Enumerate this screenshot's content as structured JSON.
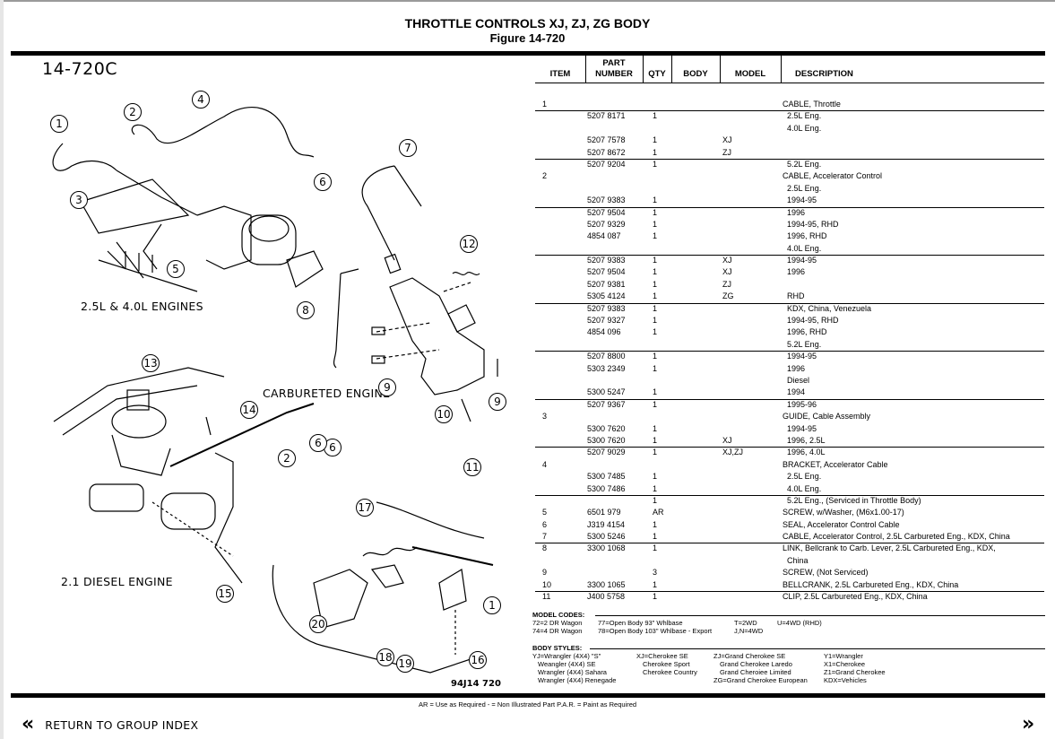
{
  "header": {
    "title": "THROTTLE CONTROLS XJ, ZJ, ZG BODY",
    "figure": "Figure  14-720"
  },
  "diagram": {
    "code": "14-720C",
    "labels": {
      "engines_25_40": "2.5L & 4.0L ENGINES",
      "carbureted": "CARBURETED ENGINE",
      "diesel": "2.1 DIESEL ENGINE"
    },
    "reference": "94J14  720",
    "callouts": [
      "1",
      "2",
      "3",
      "4",
      "5",
      "6",
      "6",
      "6",
      "7",
      "8",
      "9",
      "9",
      "10",
      "11",
      "12",
      "13",
      "14",
      "15",
      "16",
      "17",
      "18",
      "19",
      "20",
      "1",
      "2"
    ]
  },
  "table": {
    "columns": [
      {
        "key": "item",
        "label": "ITEM"
      },
      {
        "key": "part",
        "label": "PART\nNUMBER",
        "line1": "PART",
        "line2": "NUMBER"
      },
      {
        "key": "qty",
        "label": "QTY"
      },
      {
        "key": "body",
        "label": "BODY"
      },
      {
        "key": "model",
        "label": "MODEL"
      },
      {
        "key": "desc",
        "label": "DESCRIPTION"
      }
    ],
    "rows": [
      {
        "item": "1",
        "part": "",
        "qty": "",
        "body": "",
        "model": "",
        "desc": "CABLE, Throttle",
        "sep": false
      },
      {
        "item": "",
        "part": "5207 8171",
        "qty": "1",
        "body": "",
        "model": "",
        "desc": "  2.5L Eng.",
        "sep": true
      },
      {
        "item": "",
        "part": "",
        "qty": "",
        "body": "",
        "model": "",
        "desc": "  4.0L Eng.",
        "sep": false
      },
      {
        "item": "",
        "part": "5207 7578",
        "qty": "1",
        "body": "",
        "model": "XJ",
        "desc": "",
        "sep": false
      },
      {
        "item": "",
        "part": "5207 8672",
        "qty": "1",
        "body": "",
        "model": "ZJ",
        "desc": "",
        "sep": false
      },
      {
        "item": "",
        "part": "5207 9204",
        "qty": "1",
        "body": "",
        "model": "",
        "desc": "  5.2L Eng.",
        "sep": true
      },
      {
        "item": "2",
        "part": "",
        "qty": "",
        "body": "",
        "model": "",
        "desc": "CABLE, Accelerator Control",
        "sep": false
      },
      {
        "item": "",
        "part": "",
        "qty": "",
        "body": "",
        "model": "",
        "desc": "  2.5L Eng.",
        "sep": false
      },
      {
        "item": "",
        "part": "5207 9383",
        "qty": "1",
        "body": "",
        "model": "",
        "desc": "  1994-95",
        "sep": false
      },
      {
        "item": "",
        "part": "5207 9504",
        "qty": "1",
        "body": "",
        "model": "",
        "desc": "  1996",
        "sep": true
      },
      {
        "item": "",
        "part": "5207 9329",
        "qty": "1",
        "body": "",
        "model": "",
        "desc": "  1994-95, RHD",
        "sep": false
      },
      {
        "item": "",
        "part": "4854 087",
        "qty": "1",
        "body": "",
        "model": "",
        "desc": "  1996, RHD",
        "sep": false
      },
      {
        "item": "",
        "part": "",
        "qty": "",
        "body": "",
        "model": "",
        "desc": "  4.0L Eng.",
        "sep": false
      },
      {
        "item": "",
        "part": "5207 9383",
        "qty": "1",
        "body": "",
        "model": "XJ",
        "desc": "  1994-95",
        "sep": true
      },
      {
        "item": "",
        "part": "5207 9504",
        "qty": "1",
        "body": "",
        "model": "XJ",
        "desc": "  1996",
        "sep": false
      },
      {
        "item": "",
        "part": "5207 9381",
        "qty": "1",
        "body": "",
        "model": "ZJ",
        "desc": "",
        "sep": false
      },
      {
        "item": "",
        "part": "5305 4124",
        "qty": "1",
        "body": "",
        "model": "ZG",
        "desc": "  RHD",
        "sep": false
      },
      {
        "item": "",
        "part": "5207 9383",
        "qty": "1",
        "body": "",
        "model": "",
        "desc": "  KDX, China, Venezuela",
        "sep": true
      },
      {
        "item": "",
        "part": "5207 9327",
        "qty": "1",
        "body": "",
        "model": "",
        "desc": "  1994-95, RHD",
        "sep": false
      },
      {
        "item": "",
        "part": "4854 096",
        "qty": "1",
        "body": "",
        "model": "",
        "desc": "  1996, RHD",
        "sep": false
      },
      {
        "item": "",
        "part": "",
        "qty": "",
        "body": "",
        "model": "",
        "desc": "  5.2L Eng.",
        "sep": false
      },
      {
        "item": "",
        "part": "5207 8800",
        "qty": "1",
        "body": "",
        "model": "",
        "desc": "  1994-95",
        "sep": true
      },
      {
        "item": "",
        "part": "5303 2349",
        "qty": "1",
        "body": "",
        "model": "",
        "desc": "  1996",
        "sep": false
      },
      {
        "item": "",
        "part": "",
        "qty": "",
        "body": "",
        "model": "",
        "desc": "  Diesel",
        "sep": false
      },
      {
        "item": "",
        "part": "5300 5247",
        "qty": "1",
        "body": "",
        "model": "",
        "desc": "  1994",
        "sep": false
      },
      {
        "item": "",
        "part": "5207 9367",
        "qty": "1",
        "body": "",
        "model": "",
        "desc": "  1995-96",
        "sep": true
      },
      {
        "item": "3",
        "part": "",
        "qty": "",
        "body": "",
        "model": "",
        "desc": "GUIDE, Cable Assembly",
        "sep": false
      },
      {
        "item": "",
        "part": "5300 7620",
        "qty": "1",
        "body": "",
        "model": "",
        "desc": "  1994-95",
        "sep": false
      },
      {
        "item": "",
        "part": "5300 7620",
        "qty": "1",
        "body": "",
        "model": "XJ",
        "desc": "  1996, 2.5L",
        "sep": false
      },
      {
        "item": "",
        "part": "5207 9029",
        "qty": "1",
        "body": "",
        "model": "XJ,ZJ",
        "desc": "  1996, 4.0L",
        "sep": true
      },
      {
        "item": "4",
        "part": "",
        "qty": "",
        "body": "",
        "model": "",
        "desc": "BRACKET, Accelerator Cable",
        "sep": false
      },
      {
        "item": "",
        "part": "5300 7485",
        "qty": "1",
        "body": "",
        "model": "",
        "desc": "  2.5L Eng.",
        "sep": false
      },
      {
        "item": "",
        "part": "5300 7486",
        "qty": "1",
        "body": "",
        "model": "",
        "desc": "  4.0L Eng.",
        "sep": false
      },
      {
        "item": "",
        "part": "",
        "qty": "1",
        "body": "",
        "model": "",
        "desc": "  5.2L Eng., (Serviced in Throttle Body)",
        "sep": true
      },
      {
        "item": "5",
        "part": "6501 979",
        "qty": "AR",
        "body": "",
        "model": "",
        "desc": "SCREW, w/Washer, (M6x1.00-17)",
        "sep": false
      },
      {
        "item": "6",
        "part": "J319 4154",
        "qty": "1",
        "body": "",
        "model": "",
        "desc": "SEAL, Accelerator Control Cable",
        "sep": false
      },
      {
        "item": "7",
        "part": "5300 5246",
        "qty": "1",
        "body": "",
        "model": "",
        "desc": "CABLE, Accelerator Control, 2.5L Carbureted Eng., KDX, China",
        "sep": false
      },
      {
        "item": "8",
        "part": "3300 1068",
        "qty": "1",
        "body": "",
        "model": "",
        "desc": "LINK, Bellcrank to Carb. Lever, 2.5L Carbureted Eng., KDX,",
        "sep": true
      },
      {
        "item": "",
        "part": "",
        "qty": "",
        "body": "",
        "model": "",
        "desc": "  China",
        "sep": false
      },
      {
        "item": "9",
        "part": "",
        "qty": "3",
        "body": "",
        "model": "",
        "desc": "SCREW, (Not Serviced)",
        "sep": false
      },
      {
        "item": "10",
        "part": "3300 1065",
        "qty": "1",
        "body": "",
        "model": "",
        "desc": "BELLCRANK, 2.5L Carbureted Eng., KDX, China",
        "sep": false
      },
      {
        "item": "11",
        "part": "J400 5758",
        "qty": "1",
        "body": "",
        "model": "",
        "desc": "CLIP, 2.5L Carbureted Eng., KDX, China",
        "sep": true
      }
    ]
  },
  "model_codes": {
    "heading": "MODEL CODES:",
    "entries": [
      [
        "72=2 DR Wagon",
        "77=Open Body 93\" Whlbase",
        "T=2WD",
        "U=4WD (RHD)"
      ],
      [
        "74=4 DR Wagon",
        "78=Open Body 103\" Whlbase - Export",
        "J,N=4WD",
        ""
      ]
    ]
  },
  "body_styles": {
    "heading": "BODY STYLES:",
    "columns": [
      [
        "YJ=Wrangler (4X4) \"S\"",
        "  Weangler (4X4) SE",
        "  Wrangler (4X4) Sahara",
        "  Wrangler (4X4) Renegade"
      ],
      [
        "XJ=Cherokee SE",
        "  Cherokee Sport",
        "  Cherokee Country",
        ""
      ],
      [
        "ZJ=Grand Cherokee SE",
        "  Grand Cherokee Laredo",
        "  Grand Cheroiee Limited",
        "ZG=Grand Cherokee European"
      ],
      [
        "Y1=Wrangler",
        "X1=Cherokee",
        "Z1=Grand Cherokee",
        "KDX=Vehicles"
      ]
    ]
  },
  "legend": "AR = Use as Required   - = Non Illustrated Part   P.A.R. = Paint as Required",
  "nav": {
    "back_icon": "double-chevron-left-icon",
    "back_glyph": "«",
    "back_label": "RETURN TO GROUP INDEX",
    "next_icon": "double-chevron-right-icon",
    "next_glyph": "»"
  }
}
